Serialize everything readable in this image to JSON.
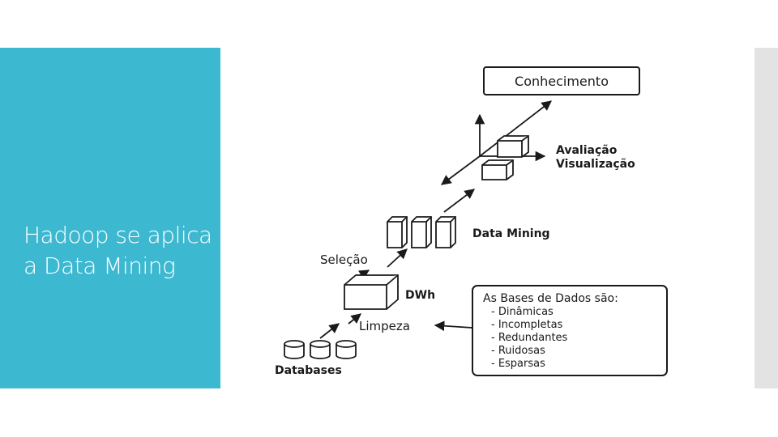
{
  "slide": {
    "title": "Hadoop se aplica a Data Mining"
  },
  "diagram": {
    "knowledge_box": "Conhecimento",
    "evaluation_label_1": "Avaliação",
    "evaluation_label_2": "Visualização",
    "data_mining_label": "Data Mining",
    "selection_label": "Seleção",
    "dwh_label": "DWh",
    "cleaning_label": "Limpeza",
    "databases_label": "Databases",
    "note_title": "As Bases de Dados são:",
    "note_items": [
      "- Dinâmicas",
      "- Incompletas",
      "- Redundantes",
      "- Ruidosas",
      "- Esparsas"
    ]
  }
}
